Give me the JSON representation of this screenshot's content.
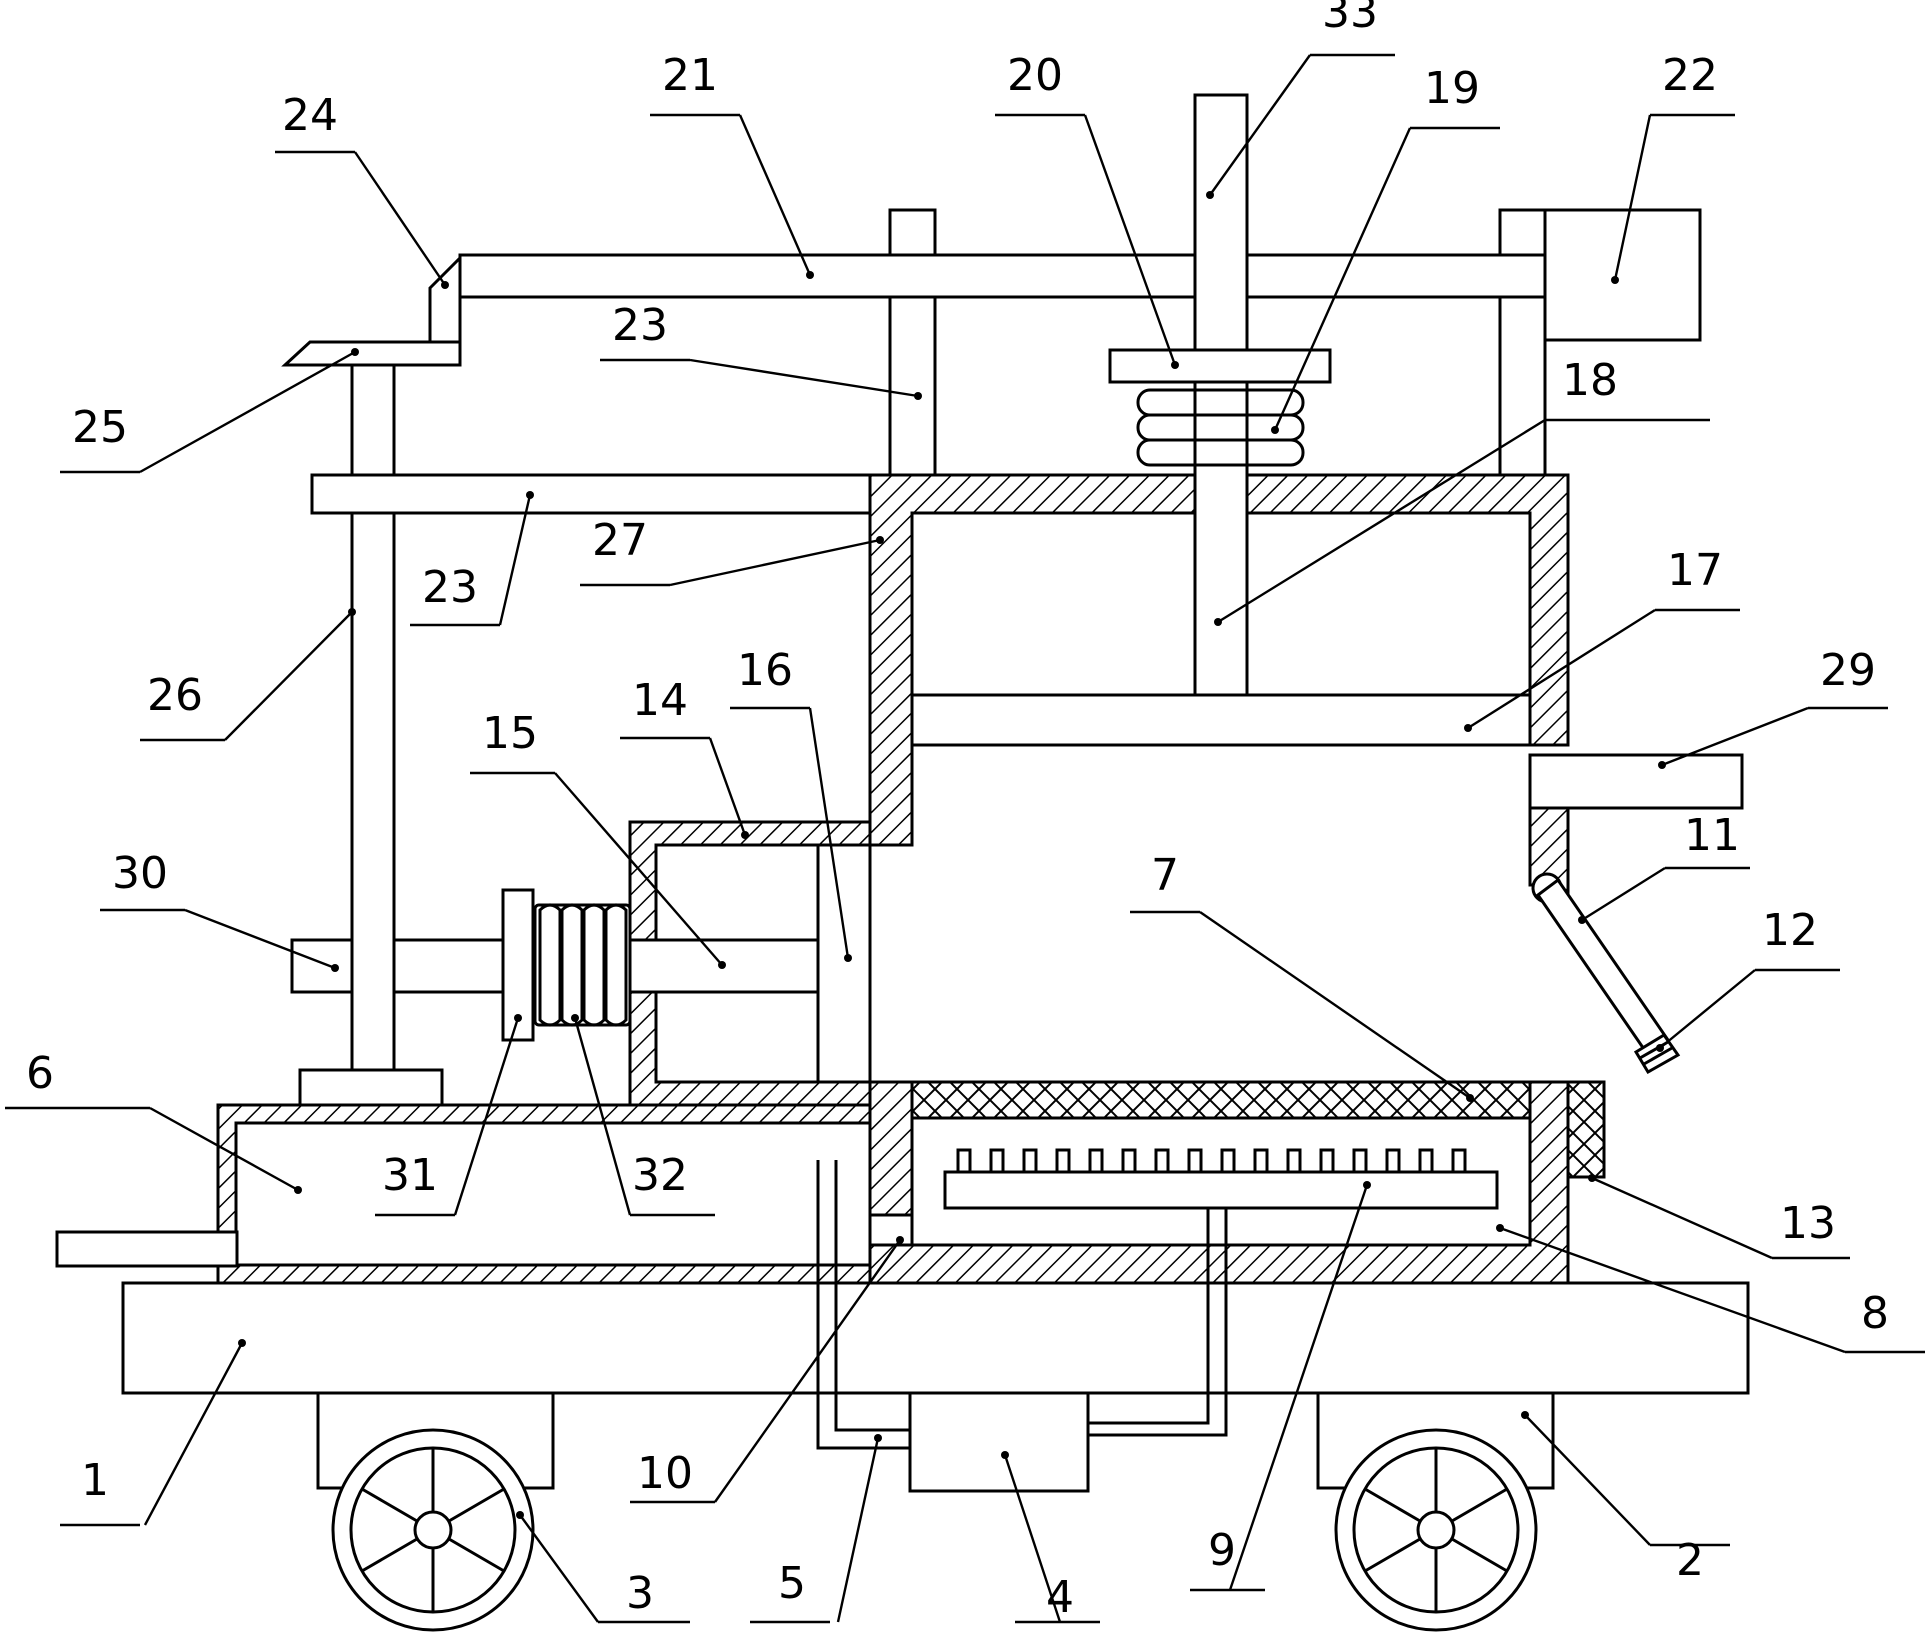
{
  "labels": [
    {
      "id": "1",
      "text": "1"
    },
    {
      "id": "2",
      "text": "2"
    },
    {
      "id": "3",
      "text": "3"
    },
    {
      "id": "4",
      "text": "4"
    },
    {
      "id": "5",
      "text": "5"
    },
    {
      "id": "6",
      "text": "6"
    },
    {
      "id": "7",
      "text": "7"
    },
    {
      "id": "8",
      "text": "8"
    },
    {
      "id": "9",
      "text": "9"
    },
    {
      "id": "10",
      "text": "10"
    },
    {
      "id": "11",
      "text": "11"
    },
    {
      "id": "12",
      "text": "12"
    },
    {
      "id": "13",
      "text": "13"
    },
    {
      "id": "14",
      "text": "14"
    },
    {
      "id": "15",
      "text": "15"
    },
    {
      "id": "16",
      "text": "16"
    },
    {
      "id": "17",
      "text": "17"
    },
    {
      "id": "18",
      "text": "18"
    },
    {
      "id": "19",
      "text": "19"
    },
    {
      "id": "20",
      "text": "20"
    },
    {
      "id": "21",
      "text": "21"
    },
    {
      "id": "22",
      "text": "22"
    },
    {
      "id": "23a",
      "text": "23"
    },
    {
      "id": "23b",
      "text": "23"
    },
    {
      "id": "24",
      "text": "24"
    },
    {
      "id": "25",
      "text": "25"
    },
    {
      "id": "26",
      "text": "26"
    },
    {
      "id": "27",
      "text": "27"
    },
    {
      "id": "29",
      "text": "29"
    },
    {
      "id": "30",
      "text": "30"
    },
    {
      "id": "31",
      "text": "31"
    },
    {
      "id": "32",
      "text": "32"
    },
    {
      "id": "33",
      "text": "33"
    }
  ]
}
